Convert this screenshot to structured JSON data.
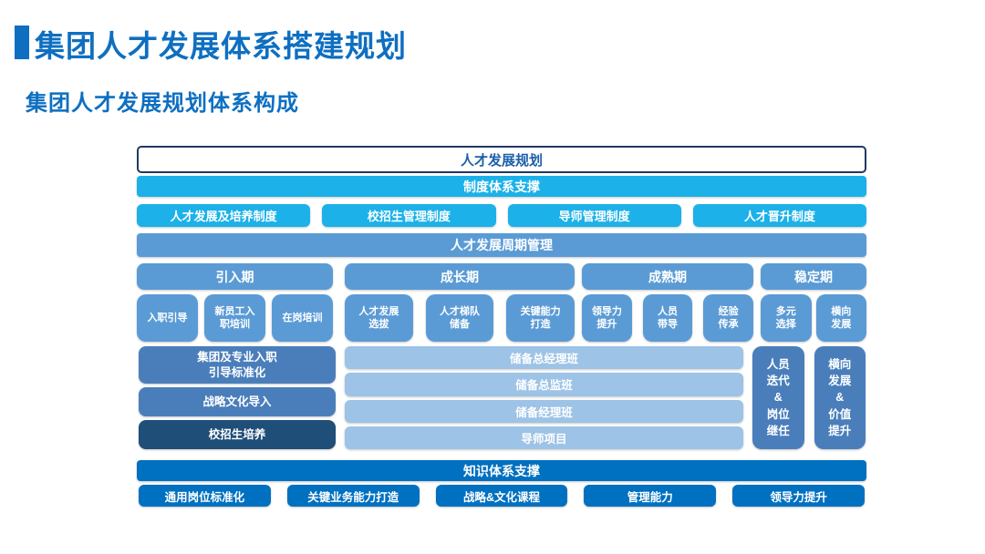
{
  "page": {
    "title": "集团人才发展体系搭建规划",
    "subtitle": "集团人才发展规划体系构成"
  },
  "colors": {
    "title_blue": "#0E6FC1",
    "cyan": "#1CB1E8",
    "medium_blue": "#5B9BD5",
    "steel_blue": "#4A7EBB",
    "dark_navy": "#1F4E79",
    "light_blue": "#9DC3E6",
    "strong_blue": "#0070C0",
    "topbox_border": "#203864",
    "topbox_text": "#1D5FA9"
  },
  "diagram": {
    "top_box": "人才发展规划",
    "system_support": {
      "header": "制度体系支撑",
      "items": [
        "人才发展及培养制度",
        "校招生管理制度",
        "导师管理制度",
        "人才晋升制度"
      ]
    },
    "cycle": {
      "header": "人才发展周期管理",
      "phases": [
        {
          "label": "引入期",
          "items": [
            "入职引导",
            "新员工入\n职培训",
            "在岗培训"
          ]
        },
        {
          "label": "成长期",
          "items": [
            "人才发展\n选拔",
            "人才梯队\n储备",
            "关键能力\n打造"
          ]
        },
        {
          "label": "成熟期",
          "items": [
            "领导力\n提升",
            "人员\n带导",
            "经验\n传承"
          ]
        },
        {
          "label": "稳定期",
          "items": [
            "多元\n选择",
            "横向\n发展"
          ]
        }
      ],
      "intro_programs": [
        "集团及专业入职\n引导标准化",
        "战略文化导入",
        "校招生培养"
      ],
      "reserve_programs": [
        "储备总经理班",
        "储备总监班",
        "储备经理班",
        "导师项目"
      ],
      "stable_programs": [
        "人员\n迭代\n&\n岗位\n继任",
        "横向\n发展\n&\n价值\n提升"
      ]
    },
    "knowledge_support": {
      "header": "知识体系支撑",
      "items": [
        "通用岗位标准化",
        "关键业务能力打造",
        "战略&文化课程",
        "管理能力",
        "领导力提升"
      ]
    }
  }
}
